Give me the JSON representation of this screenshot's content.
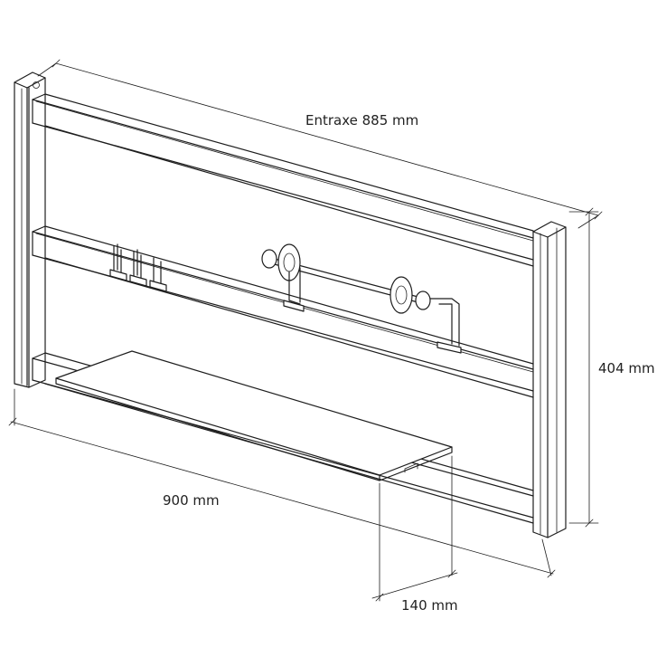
{
  "dimensions": {
    "entraxe": "Entraxe 885 mm",
    "height": "404 mm",
    "width": "900 mm",
    "depth": "140 mm"
  }
}
